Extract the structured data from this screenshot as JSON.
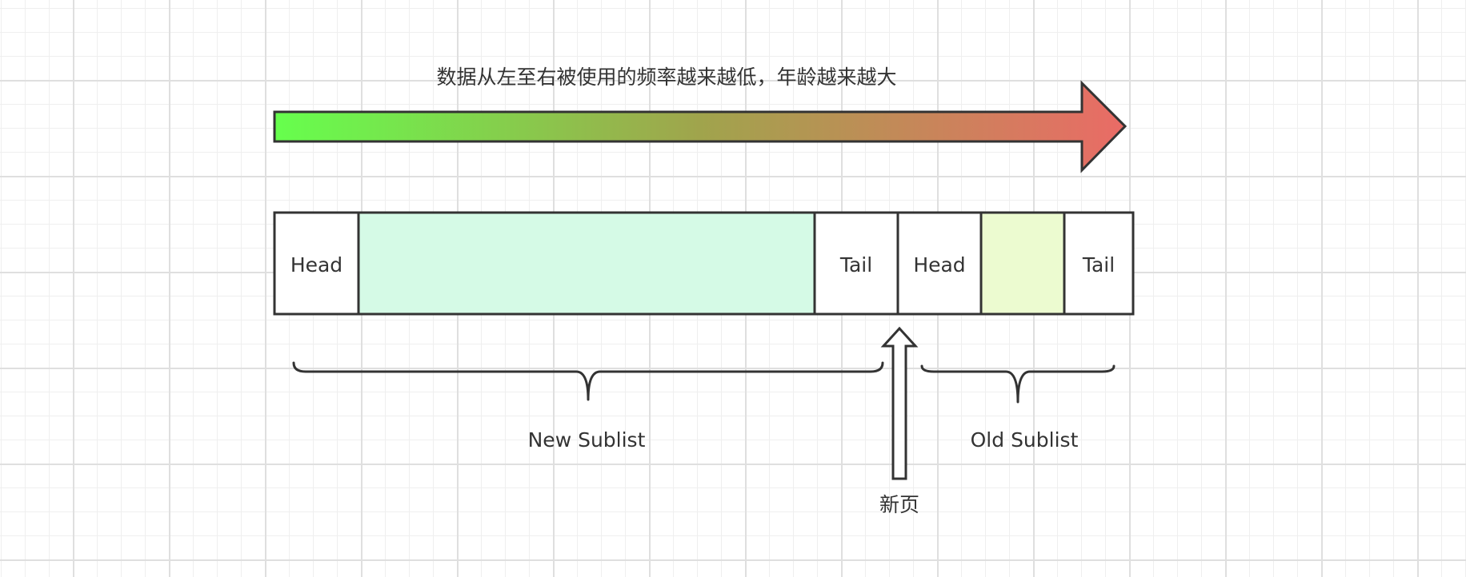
{
  "title": "数据从左至右被使用的频率越来越低，年龄越来越大",
  "gradient": {
    "start": "#66ff4d",
    "mid": "#a0a44c",
    "end": "#ea6b66"
  },
  "colors": {
    "stroke": "#333333",
    "new_fill": "#d5fae6",
    "old_fill": "#ecfbd0",
    "cell_fill": "#ffffff"
  },
  "cells": {
    "new_head": "Head",
    "new_tail": "Tail",
    "old_head": "Head",
    "old_tail": "Tail"
  },
  "braces": {
    "new_label": "New Sublist",
    "old_label": "Old Sublist"
  },
  "insert": {
    "label": "新页"
  }
}
